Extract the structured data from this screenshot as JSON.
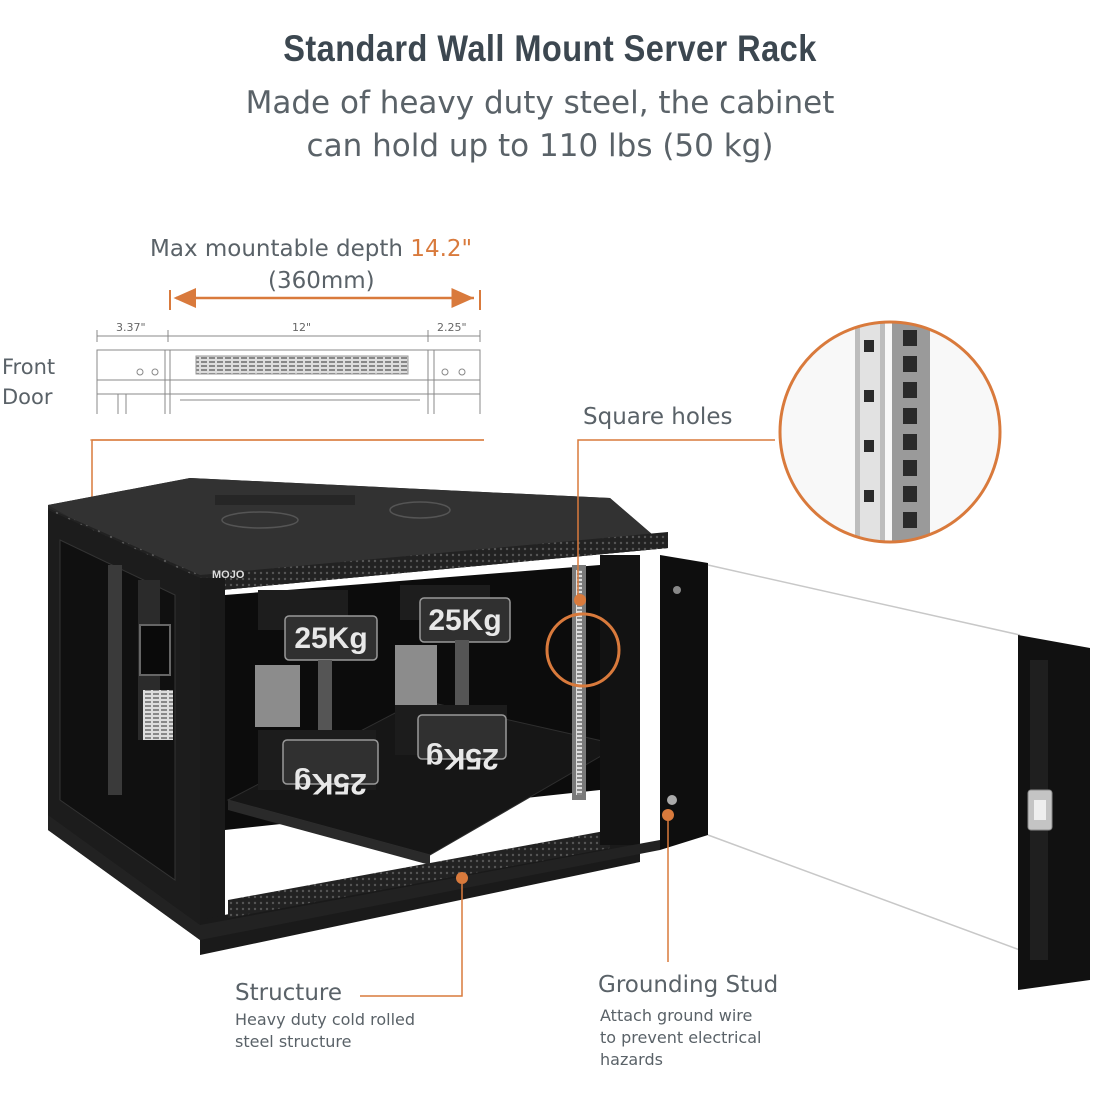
{
  "header": {
    "title": "Standard Wall Mount Server Rack",
    "subtitle_line1": "Made of heavy duty steel, the cabinet",
    "subtitle_line2": "can hold up to 110 lbs (50 kg)"
  },
  "depth_diagram": {
    "label": "Max mountable depth ",
    "value": "14.2\"",
    "metric": "(360mm)",
    "dim_left": "3.37\"",
    "dim_mid": "12\"",
    "dim_right": "2.25\""
  },
  "callouts": {
    "front_door_line1": "Front",
    "front_door_line2": "Door",
    "square_holes": "Square holes",
    "structure_title": "Structure",
    "structure_desc_line1": "Heavy duty cold rolled",
    "structure_desc_line2": "steel structure",
    "grounding_title": "Grounding Stud",
    "grounding_desc_line1": "Attach ground wire",
    "grounding_desc_line2": "to prevent electrical",
    "grounding_desc_line3": "hazards"
  },
  "product": {
    "brand": "MOJO",
    "weight_label": "25Kg"
  },
  "colors": {
    "accent": "#d97a3c",
    "text": "#5a6268",
    "title": "#3c4750",
    "rack": "#1c1c1c"
  }
}
